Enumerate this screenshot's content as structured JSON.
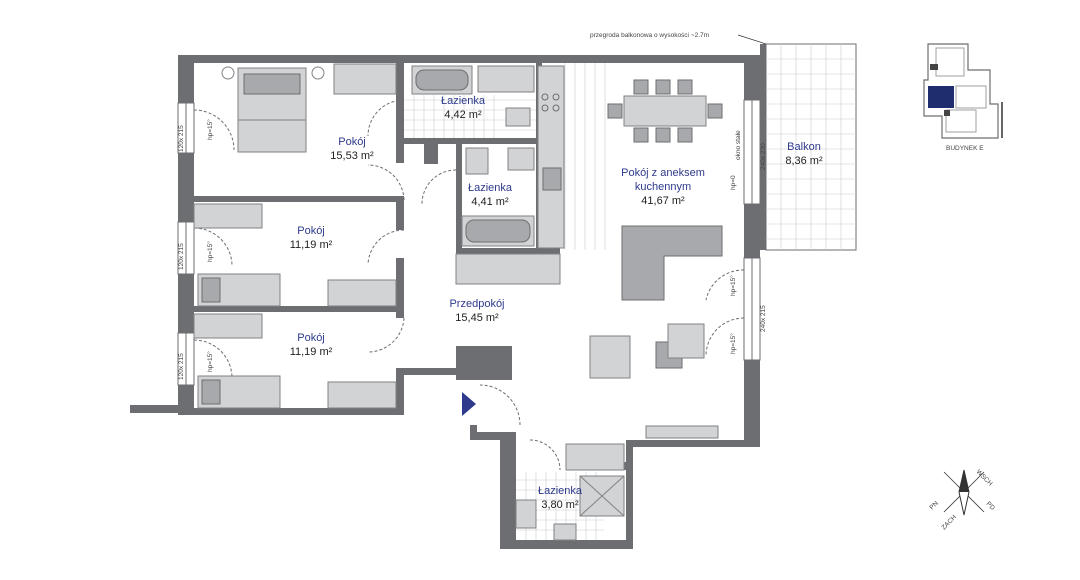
{
  "rooms": [
    {
      "name": "Pokój",
      "area": "15,53 m²"
    },
    {
      "name": "Łazienka",
      "area": "4,42 m²"
    },
    {
      "name": "Łazienka",
      "area": "4,41 m²"
    },
    {
      "name": "Pokój z aneksem",
      "name2": "kuchennym",
      "area": "41,67 m²"
    },
    {
      "name": "Balkon",
      "area": "8,36 m²"
    },
    {
      "name": "Pokój",
      "area": "11,19 m²"
    },
    {
      "name": "Przedpokój",
      "area": "15,45 m²"
    },
    {
      "name": "Pokój",
      "area": "11,19 m²"
    },
    {
      "name": "Łazienka",
      "area": "3,80 m²"
    }
  ],
  "annotations": {
    "balcony_partition": "przegroda balkonowa o wysokości ~2.7m",
    "fixed_window": "okno stałe",
    "building": "BUDYNEK E"
  },
  "windows": [
    {
      "size": "120x 215",
      "sill": "hp=15°"
    },
    {
      "size": "120x 215",
      "sill": "hp=15°"
    },
    {
      "size": "120x 215",
      "sill": "hp=15°"
    },
    {
      "size": "240x 230",
      "sill": "hp=0"
    },
    {
      "size": "240x 215",
      "sill": "hp=15°"
    },
    {
      "size": "",
      "sill": "hp=15°"
    }
  ],
  "compass": {
    "n": "WSCH",
    "e": "PD",
    "s": "ZACH",
    "w": "PN"
  },
  "colors": {
    "wall": "#6d6e71",
    "label": "#2e3a8c",
    "entrance": "#2e3a8c"
  }
}
